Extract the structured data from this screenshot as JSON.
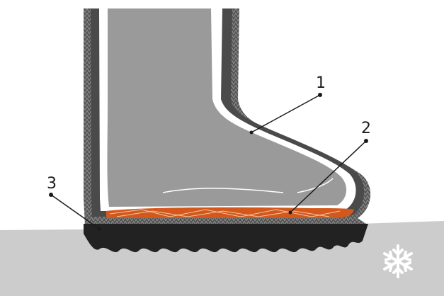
{
  "callouts": [
    {
      "label": "1",
      "part": "outer layer"
    },
    {
      "label": "2",
      "part": "insole"
    },
    {
      "label": "3",
      "part": "sole"
    }
  ],
  "icons": {
    "weather": "snowflake-icon"
  },
  "colors": {
    "background": "#ffffff",
    "ground": "#cccccc",
    "boot_shell": "#4a4a4a",
    "boot_fur": "#8a8a8a",
    "liner": "#ffffff",
    "foot": "#9a9a9a",
    "insole": "#d4571b",
    "insole_fibers": "#f0c9a8",
    "sole": "#222222",
    "leader_line": "#1a1a1a",
    "snowflake": "#ffffff"
  }
}
